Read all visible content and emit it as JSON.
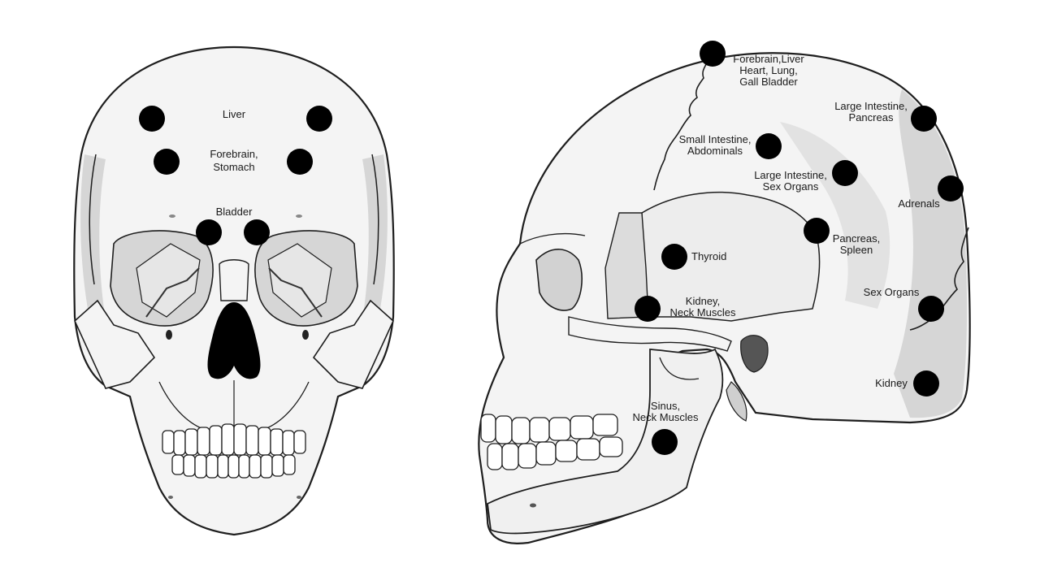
{
  "colors": {
    "bone_fill": "#f4f4f4",
    "bone_shade": "#d6d6d6",
    "bone_dark_shade": "#bdbdbd",
    "outline": "#1e1e1e",
    "marker": "#000000",
    "text": "#1a1a1a"
  },
  "front_view": {
    "labels": {
      "liver": "Liver",
      "forebrain_stomach_1": "Forebrain,",
      "forebrain_stomach_2": "Stomach",
      "bladder": "Bladder"
    }
  },
  "side_view": {
    "labels": {
      "forebrain_liver_1": "Forebrain,Liver",
      "forebrain_liver_2": "Heart, Lung,",
      "forebrain_liver_3": "Gall Bladder",
      "large_intestine_pancreas_1": "Large Intestine,",
      "large_intestine_pancreas_2": "Pancreas",
      "small_intestine_1": "Small Intestine,",
      "small_intestine_2": "Abdominals",
      "large_intestine_sex_1": "Large Intestine,",
      "large_intestine_sex_2": "Sex Organs",
      "adrenals": "Adrenals",
      "pancreas_spleen_1": "Pancreas,",
      "pancreas_spleen_2": "Spleen",
      "thyroid": "Thyroid",
      "kidney_neck_1": "Kidney,",
      "kidney_neck_2": "Neck Muscles",
      "sex_organs": "Sex Organs",
      "kidney": "Kidney",
      "sinus_neck_1": "Sinus,",
      "sinus_neck_2": "Neck Muscles"
    }
  }
}
